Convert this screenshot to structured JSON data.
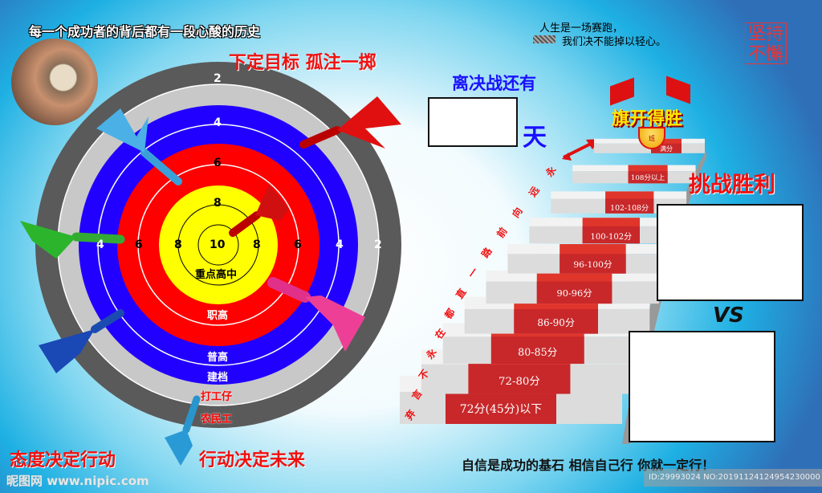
{
  "header": {
    "slogan": "每一个成功者的背后都有一段心酸的历史",
    "quote_line1": "人生是一场赛跑，",
    "quote_line2": "我们决不能掉以轻心。",
    "seal": "坚持不懈"
  },
  "target": {
    "title": "下定目标 孤注一掷",
    "ring_numbers_top": [
      "2",
      "4",
      "6",
      "8"
    ],
    "ring_numbers_row": [
      "4",
      "6",
      "8",
      "10",
      "8",
      "6",
      "4",
      "2"
    ],
    "ring_labels": [
      "重点高中",
      "职高",
      "普高",
      "建档",
      "打工仔",
      "农民工"
    ]
  },
  "countdown": {
    "label": "离决战还有",
    "unit": "天",
    "value": ""
  },
  "stairs": {
    "steps": [
      "72分(45分)以下",
      "72-80分",
      "80-85分",
      "86-90分",
      "90-96分",
      "96-100分",
      "100-102分",
      "102-108分",
      "108分以上",
      "满分"
    ],
    "side_text": "永远向前路一直都在永不言弃",
    "flag_text": "旗开得胜",
    "class_badge": "班"
  },
  "challenge": {
    "title": "挑战胜利",
    "vs": "VS",
    "team1": "",
    "team2": ""
  },
  "footer": {
    "left_a": "态度决定行动",
    "left_b": "行动决定未来",
    "right": "自信是成功的基石 相信自己行 你就一定行！",
    "watermark": "昵图网 www.nipic.com",
    "id_text": "ID:29993024 NO:20191124124954230000"
  },
  "colors": {
    "red": "#e52b22",
    "blue": "#2200ff",
    "yellow": "#ffff00",
    "gray": "#5a5a5a",
    "lightgray": "#c8c8c8"
  }
}
